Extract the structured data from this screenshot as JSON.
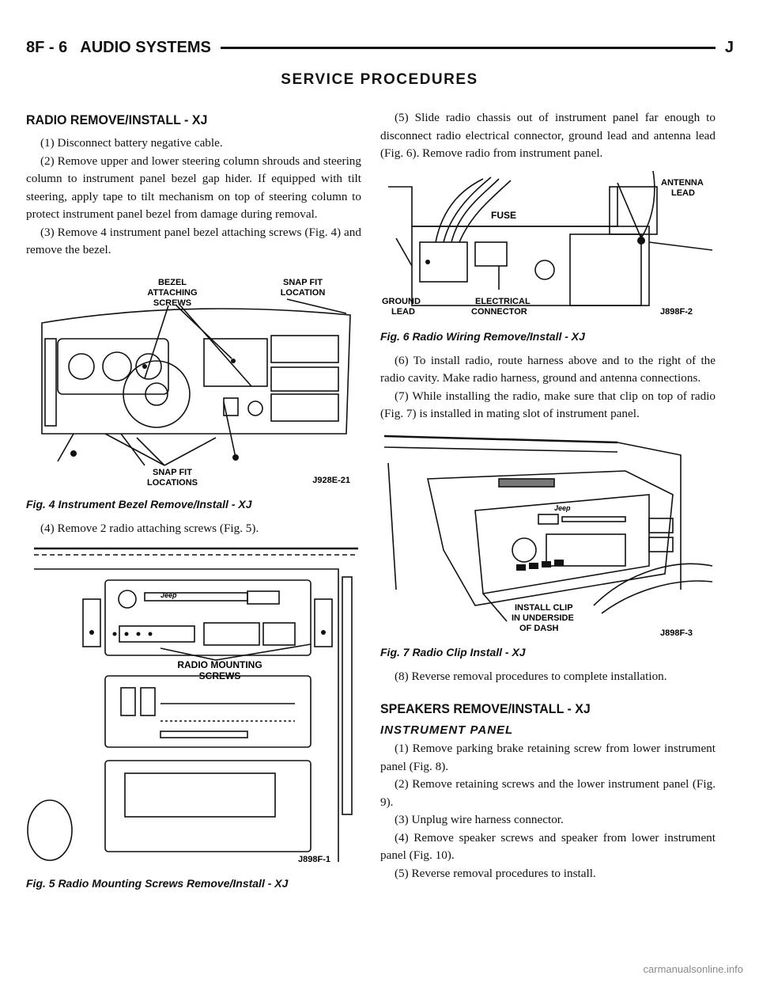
{
  "header": {
    "page": "8F - 6",
    "section": "AUDIO SYSTEMS",
    "letter": "J"
  },
  "title": "SERVICE PROCEDURES",
  "radio": {
    "heading": "RADIO REMOVE/INSTALL - XJ",
    "steps": [
      "(1) Disconnect battery negative cable.",
      "(2) Remove upper and lower steering column shrouds and steering column to instrument panel bezel gap hider. If equipped with tilt steering, apply tape to tilt mechanism on top of steering column to protect instrument panel bezel from damage during removal.",
      "(3) Remove 4 instrument panel bezel attaching screws (Fig. 4) and remove the bezel.",
      "(4) Remove 2 radio attaching screws (Fig. 5).",
      "(5) Slide radio chassis out of instrument panel far enough to disconnect radio electrical connector, ground lead and antenna lead (Fig. 6). Remove radio from instrument panel.",
      "(6) To install radio, route harness above and to the right of the radio cavity. Make radio harness, ground and antenna connections.",
      "(7) While installing the radio, make sure that clip on top of radio (Fig. 7) is installed in mating slot of instrument panel.",
      "(8) Reverse removal procedures to complete installation."
    ]
  },
  "fig4": {
    "caption": "Fig. 4 Instrument Bezel Remove/Install - XJ",
    "label_bezel_1": "BEZEL",
    "label_bezel_2": "ATTACHING",
    "label_bezel_3": "SCREWS",
    "label_snap_1": "SNAP FIT",
    "label_snap_2": "LOCATION",
    "label_snaps_1": "SNAP FIT",
    "label_snaps_2": "LOCATIONS",
    "code": "J928E-21"
  },
  "fig5": {
    "caption": "Fig. 5 Radio Mounting Screws Remove/Install - XJ",
    "label_1": "RADIO MOUNTING",
    "label_2": "SCREWS",
    "brand": "Jeep",
    "code": "J898F-1"
  },
  "fig6": {
    "caption": "Fig. 6 Radio Wiring Remove/Install - XJ",
    "label_fuse": "FUSE",
    "label_antenna_1": "ANTENNA",
    "label_antenna_2": "LEAD",
    "label_ground_1": "GROUND",
    "label_ground_2": "LEAD",
    "label_elec_1": "ELECTRICAL",
    "label_elec_2": "CONNECTOR",
    "code": "J898F-2"
  },
  "fig7": {
    "caption": "Fig. 7 Radio Clip Install - XJ",
    "label_1": "INSTALL CLIP",
    "label_2": "IN UNDERSIDE",
    "label_3": "OF DASH",
    "brand": "Jeep",
    "code": "J898F-3"
  },
  "speakers": {
    "heading": "SPEAKERS REMOVE/INSTALL - XJ",
    "subheading": "INSTRUMENT PANEL",
    "steps": [
      "(1) Remove parking brake retaining screw from lower instrument panel (Fig. 8).",
      "(2) Remove retaining screws and the lower instrument panel (Fig. 9).",
      "(3) Unplug wire harness connector.",
      "(4) Remove speaker screws and speaker from lower instrument panel (Fig. 10).",
      "(5) Reverse removal procedures to install."
    ]
  },
  "watermark": "carmanualsonline.info"
}
